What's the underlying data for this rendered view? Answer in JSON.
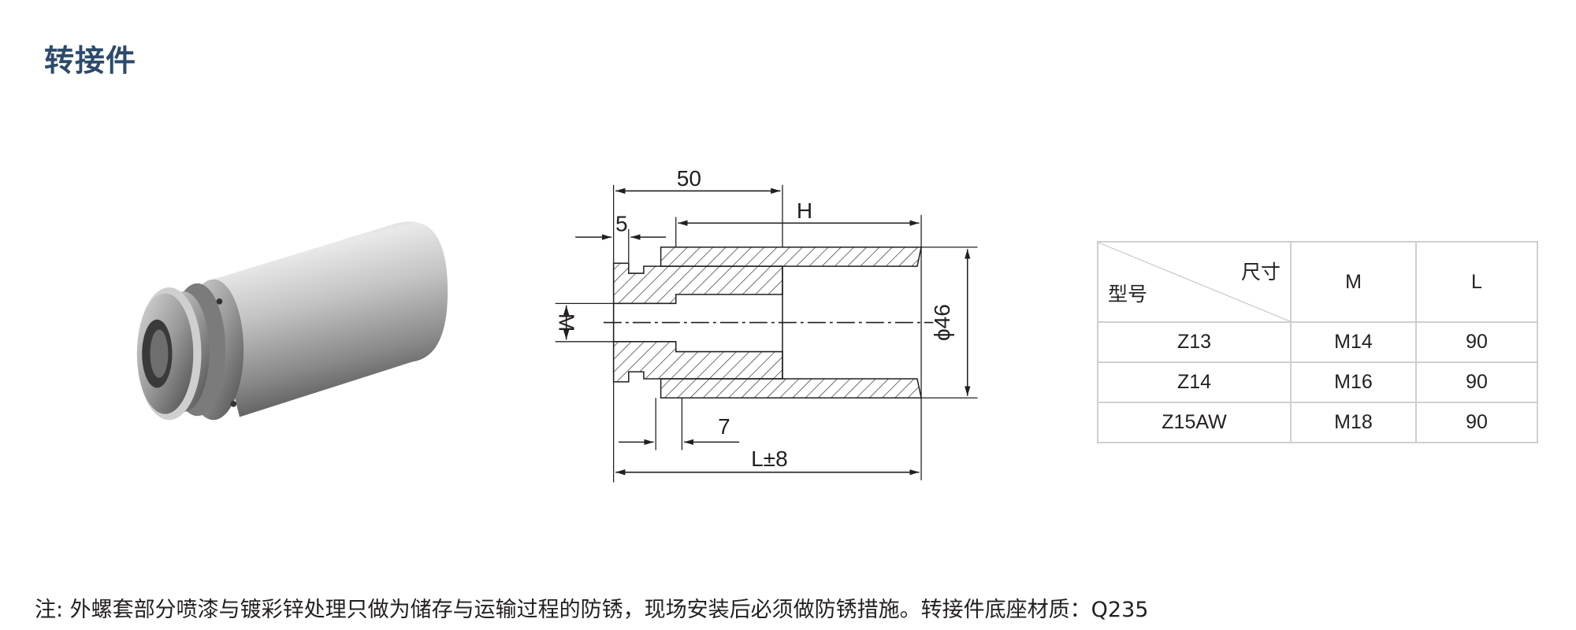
{
  "title": "转接件",
  "drawing": {
    "dim_50": "50",
    "dim_H": "H",
    "dim_5": "5",
    "dim_M": "M",
    "dim_phi46": "ϕ46",
    "dim_7": "7",
    "dim_L": "L±8"
  },
  "table": {
    "corner_size": "尺寸",
    "corner_model": "型号",
    "headers": [
      "M",
      "L"
    ],
    "rows": [
      {
        "model": "Z13",
        "M": "M14",
        "L": "90"
      },
      {
        "model": "Z14",
        "M": "M16",
        "L": "90"
      },
      {
        "model": "Z15AW",
        "M": "M18",
        "L": "90"
      }
    ]
  },
  "note": "注: 外螺套部分喷漆与镀彩锌处理只做为储存与运输过程的防锈，现场安装后必须做防锈措施。转接件底座材质：Q235",
  "colors": {
    "title": "#2c4a6b",
    "text": "#231f20",
    "table_border": "#cfcfcf"
  }
}
